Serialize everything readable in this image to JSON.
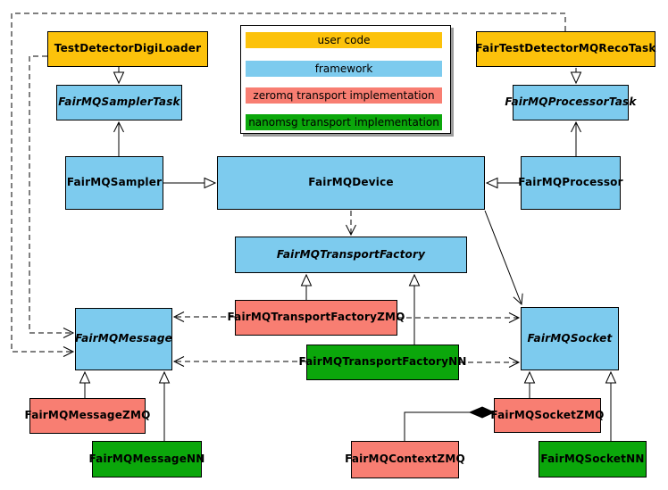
{
  "legend": {
    "items": [
      {
        "label": "user code",
        "color": "#FCC20B"
      },
      {
        "label": "framework",
        "color": "#7DCBEE"
      },
      {
        "label": "zeromq transport implementation",
        "color": "#F87E72"
      },
      {
        "label": "nanomsg transport implementation",
        "color": "#0BA70B"
      }
    ]
  },
  "nodes": {
    "testDetectorDigiLoader": {
      "label": "TestDetectorDigiLoader",
      "category": "user code",
      "abstract": false
    },
    "fairTestDetectorMQRecoTask": {
      "label": "FairTestDetectorMQRecoTask",
      "category": "user code",
      "abstract": false
    },
    "fairMQSamplerTask": {
      "label": "FairMQSamplerTask",
      "category": "framework",
      "abstract": true
    },
    "fairMQProcessorTask": {
      "label": "FairMQProcessorTask",
      "category": "framework",
      "abstract": true
    },
    "fairMQSampler": {
      "label": "FairMQSampler",
      "category": "framework",
      "abstract": false
    },
    "fairMQDevice": {
      "label": "FairMQDevice",
      "category": "framework",
      "abstract": false
    },
    "fairMQProcessor": {
      "label": "FairMQProcessor",
      "category": "framework",
      "abstract": false
    },
    "fairMQTransportFactory": {
      "label": "FairMQTransportFactory",
      "category": "framework",
      "abstract": true
    },
    "fairMQTransportFactoryZMQ": {
      "label": "FairMQTransportFactoryZMQ",
      "category": "zeromq transport implementation",
      "abstract": false
    },
    "fairMQTransportFactoryNN": {
      "label": "FairMQTransportFactoryNN",
      "category": "nanomsg transport implementation",
      "abstract": false
    },
    "fairMQMessage": {
      "label": "FairMQMessage",
      "category": "framework",
      "abstract": true
    },
    "fairMQSocket": {
      "label": "FairMQSocket",
      "category": "framework",
      "abstract": true
    },
    "fairMQMessageZMQ": {
      "label": "FairMQMessageZMQ",
      "category": "zeromq transport implementation",
      "abstract": false
    },
    "fairMQMessageNN": {
      "label": "FairMQMessageNN",
      "category": "nanomsg transport implementation",
      "abstract": false
    },
    "fairMQSocketZMQ": {
      "label": "FairMQSocketZMQ",
      "category": "zeromq transport implementation",
      "abstract": false
    },
    "fairMQSocketNN": {
      "label": "FairMQSocketNN",
      "category": "nanomsg transport implementation",
      "abstract": false
    },
    "fairMQContextZMQ": {
      "label": "FairMQContextZMQ",
      "category": "zeromq transport implementation",
      "abstract": false
    }
  },
  "edges": [
    {
      "from": "TestDetectorDigiLoader",
      "to": "FairMQSamplerTask",
      "type": "inheritance"
    },
    {
      "from": "FairTestDetectorMQRecoTask",
      "to": "FairMQProcessorTask",
      "type": "inheritance"
    },
    {
      "from": "FairMQSampler",
      "to": "FairMQDevice",
      "type": "inheritance"
    },
    {
      "from": "FairMQProcessor",
      "to": "FairMQDevice",
      "type": "inheritance"
    },
    {
      "from": "FairMQTransportFactoryZMQ",
      "to": "FairMQTransportFactory",
      "type": "inheritance"
    },
    {
      "from": "FairMQTransportFactoryNN",
      "to": "FairMQTransportFactory",
      "type": "inheritance"
    },
    {
      "from": "FairMQMessageZMQ",
      "to": "FairMQMessage",
      "type": "inheritance"
    },
    {
      "from": "FairMQMessageNN",
      "to": "FairMQMessage",
      "type": "inheritance"
    },
    {
      "from": "FairMQSocketZMQ",
      "to": "FairMQSocket",
      "type": "inheritance"
    },
    {
      "from": "FairMQSocketNN",
      "to": "FairMQSocket",
      "type": "inheritance"
    },
    {
      "from": "FairMQSampler",
      "to": "FairMQSamplerTask",
      "type": "association"
    },
    {
      "from": "FairMQProcessor",
      "to": "FairMQProcessorTask",
      "type": "association"
    },
    {
      "from": "FairMQDevice",
      "to": "FairMQSocket",
      "type": "association"
    },
    {
      "from": "FairMQDevice",
      "to": "FairMQTransportFactory",
      "type": "dependency"
    },
    {
      "from": "FairMQTransportFactoryZMQ",
      "to": "FairMQSocket",
      "type": "dependency"
    },
    {
      "from": "FairMQTransportFactoryNN",
      "to": "FairMQSocket",
      "type": "dependency"
    },
    {
      "from": "FairMQTransportFactoryZMQ",
      "to": "FairMQMessage",
      "type": "dependency"
    },
    {
      "from": "FairMQTransportFactoryNN",
      "to": "FairMQMessage",
      "type": "dependency"
    },
    {
      "from": "TestDetectorDigiLoader",
      "to": "FairMQMessage",
      "type": "dependency"
    },
    {
      "from": "FairTestDetectorMQRecoTask",
      "to": "FairMQMessage",
      "type": "dependency"
    },
    {
      "from": "FairMQContextZMQ",
      "to": "FairMQSocketZMQ",
      "type": "composition"
    }
  ]
}
